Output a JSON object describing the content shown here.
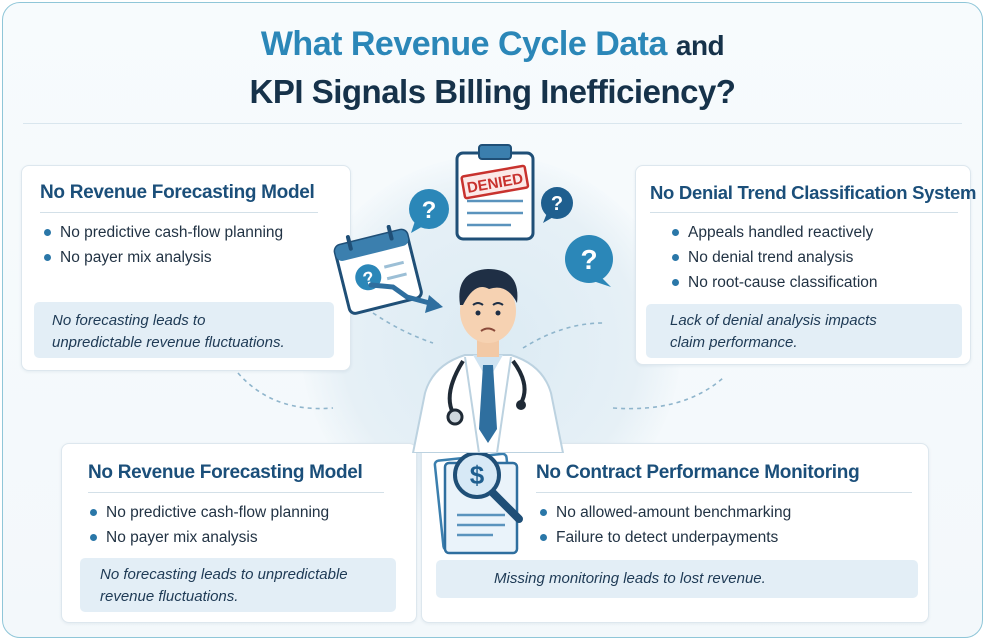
{
  "title": {
    "line1_highlight": "What Revenue Cycle Data",
    "line1_rest": "and",
    "line2": "KPI Signals Billing Inefficiency?"
  },
  "cards": {
    "top_left": {
      "heading": "No Revenue Forecasting Model",
      "bullets": [
        "No predictive cash-flow planning",
        "No payer mix analysis"
      ],
      "note_line1": "No forecasting leads to",
      "note_line2": "unpredictable revenue fluctuations."
    },
    "top_right": {
      "heading": "No Denial Trend Classification System",
      "bullets": [
        "Appeals handled reactively",
        "No denial trend analysis",
        "No root-cause classification"
      ],
      "note_line1": "Lack of denial analysis impacts",
      "note_line2": "claim performance."
    },
    "bottom_left": {
      "heading": "No Revenue Forecasting Model",
      "bullets": [
        "No predictive cash-flow planning",
        "No payer mix analysis"
      ],
      "note_line1": "No forecasting leads to unpredictable",
      "note_line2": "revenue fluctuations."
    },
    "bottom_right": {
      "heading": "No Contract Performance Monitoring",
      "bullets": [
        "No allowed-amount benchmarking",
        "Failure to detect underpayments"
      ],
      "note_line1": "Missing monitoring leads to lost revenue."
    }
  },
  "illustration": {
    "stamp_text": "DENIED",
    "question_mark": "?",
    "dollar_sign": "$"
  },
  "colors": {
    "accent_blue": "#2b87b8",
    "navy": "#16324a",
    "card_heading": "#1b4f7a",
    "denied_red": "#c8322e",
    "note_bg": "#e3eef6"
  }
}
